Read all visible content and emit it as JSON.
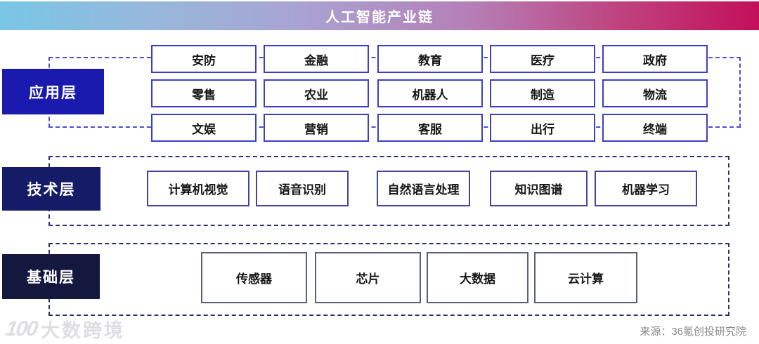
{
  "header": {
    "title": "人工智能产业链"
  },
  "layers": {
    "app": {
      "label": "应用层",
      "items": [
        "安防",
        "金融",
        "教育",
        "医疗",
        "政府",
        "零售",
        "农业",
        "机器人",
        "制造",
        "物流",
        "文娱",
        "营销",
        "客服",
        "出行",
        "终端"
      ]
    },
    "tech": {
      "label": "技术层",
      "items": [
        "计算机视觉",
        "语音识别",
        "自然语言处理",
        "知识图谱",
        "机器学习"
      ]
    },
    "base": {
      "label": "基础层",
      "items": [
        "传感器",
        "芯片",
        "大数据",
        "云计算"
      ]
    }
  },
  "footer": {
    "source": "来源：36氪创投研究院",
    "watermark_logo": "100",
    "watermark_text": "大数跨境"
  },
  "colors": {
    "header_gradient_left": "#79c6e6",
    "header_gradient_right": "#c20f5a",
    "app_label_bg": "#1b1aae",
    "tech_label_bg": "#151b66",
    "base_label_bg": "#14183f",
    "app_box_border": "#3a3fc6",
    "tech_box_border": "#44449e",
    "base_box_border": "#5a6078",
    "app_dash": "#4d4dd2",
    "tech_dash": "#2c3178",
    "base_dash": "#2c3264",
    "source_text": "#8a8a8a"
  }
}
